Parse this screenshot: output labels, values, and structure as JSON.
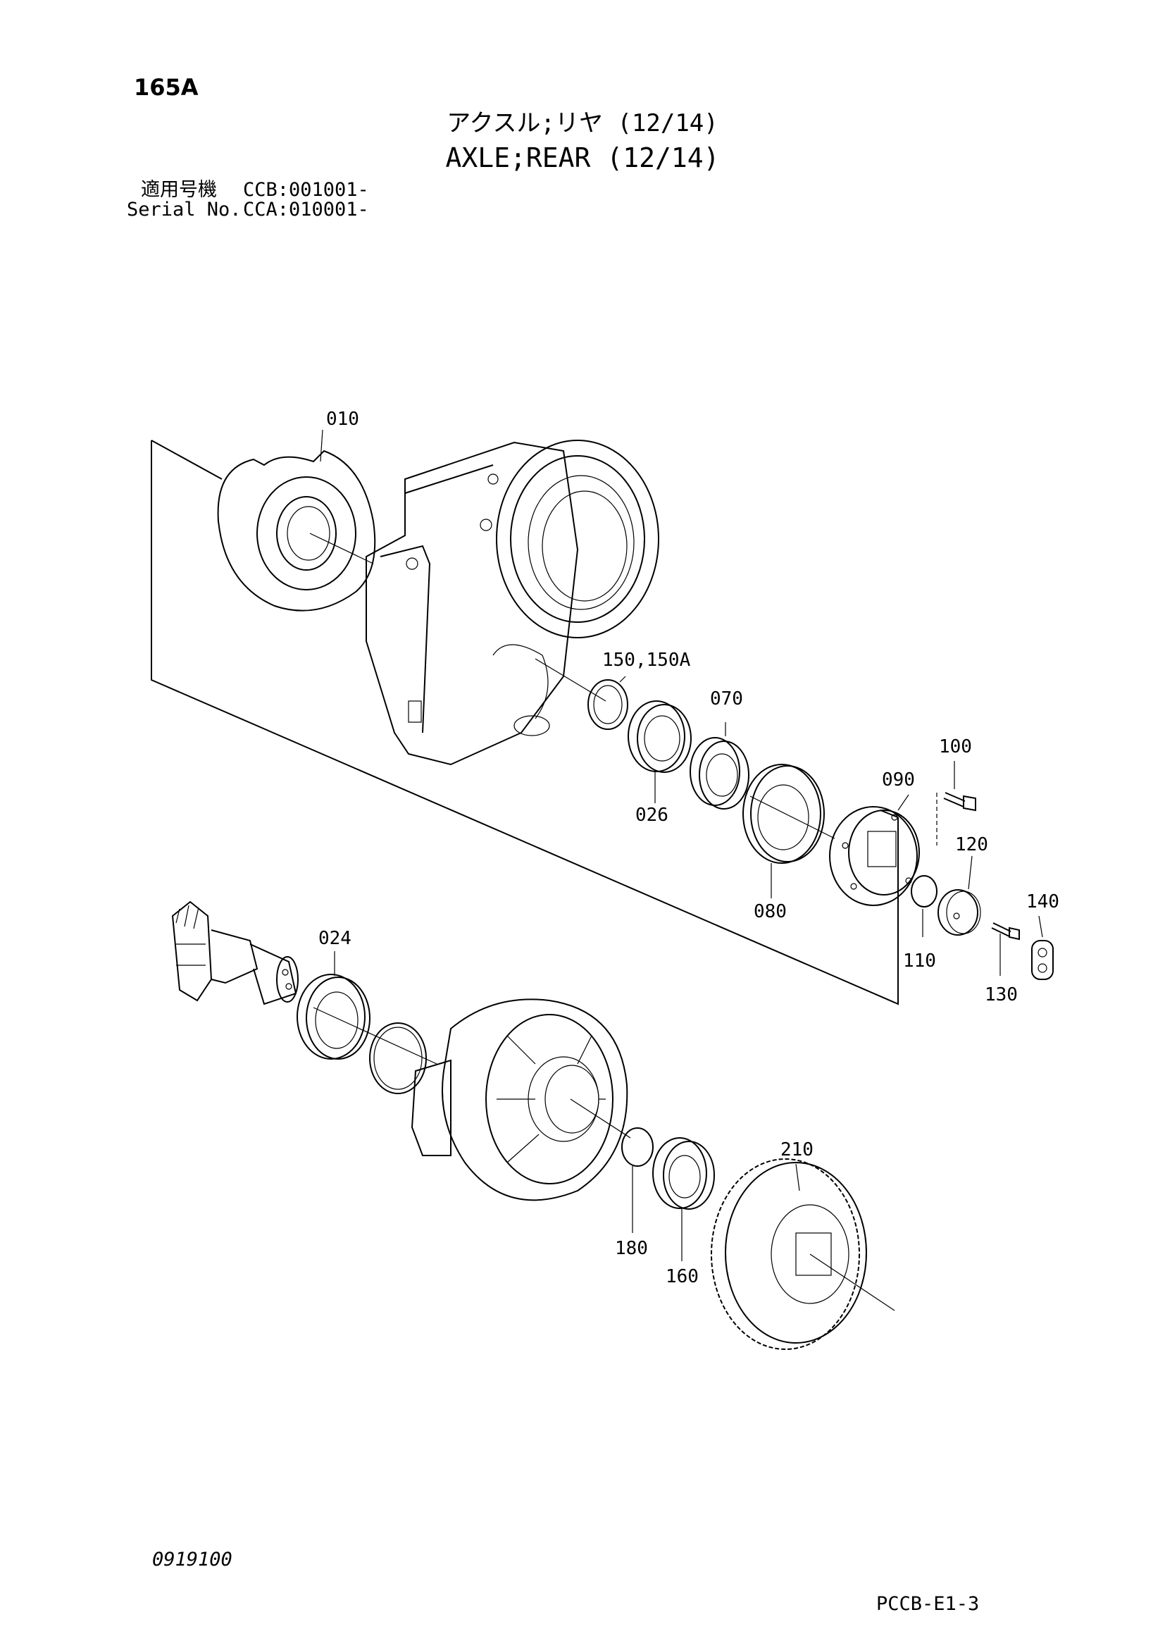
{
  "header": {
    "page_code": "165A",
    "title_jp": "アクスル;リヤ (12/14)",
    "title_en": "AXLE;REAR (12/14)",
    "serial_jp_label": "適用号機",
    "serial_jp_value": "CCB:001001-",
    "serial_en_label": "Serial No.",
    "serial_en_value": "CCA:010001-"
  },
  "callouts": [
    "010",
    "150,150A",
    "070",
    "026",
    "100",
    "090",
    "120",
    "080",
    "110",
    "140",
    "130",
    "024",
    "210",
    "180",
    "160"
  ],
  "footer": {
    "left_code": "0919100",
    "right_code": "PCCB-E1-3"
  }
}
